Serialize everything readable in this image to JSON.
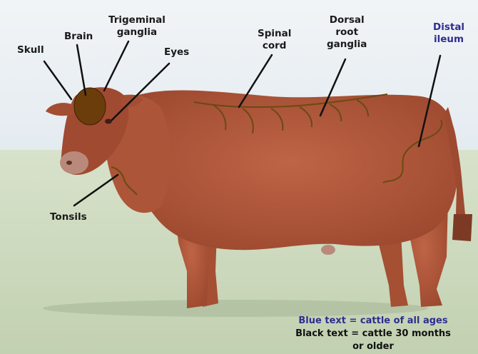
{
  "labels": {
    "skull": "Skull",
    "brain": "Brain",
    "trigeminal_ganglia": [
      "Trigeminal",
      "ganglia"
    ],
    "eyes": "Eyes",
    "spinal_cord": [
      "Spinal",
      "cord"
    ],
    "dorsal_root_ganglia": [
      "Dorsal",
      "root",
      "ganglia"
    ],
    "distal_ileum": [
      "Distal",
      "ileum"
    ],
    "tonsils": "Tonsils"
  },
  "legend": {
    "blue_text": "Blue text = cattle of all ages",
    "black_text": [
      "Black text = cattle 30 months",
      "or older"
    ]
  },
  "colors": {
    "blue_label": "#2e2e8f",
    "black_label": "#1a1a1a",
    "tissue_line": "#6a4a12",
    "brain_fill": "#6b3d0b",
    "cattle_body": "#b2583b",
    "sky": "#e9eef3",
    "grass": "#c9d6b8"
  }
}
